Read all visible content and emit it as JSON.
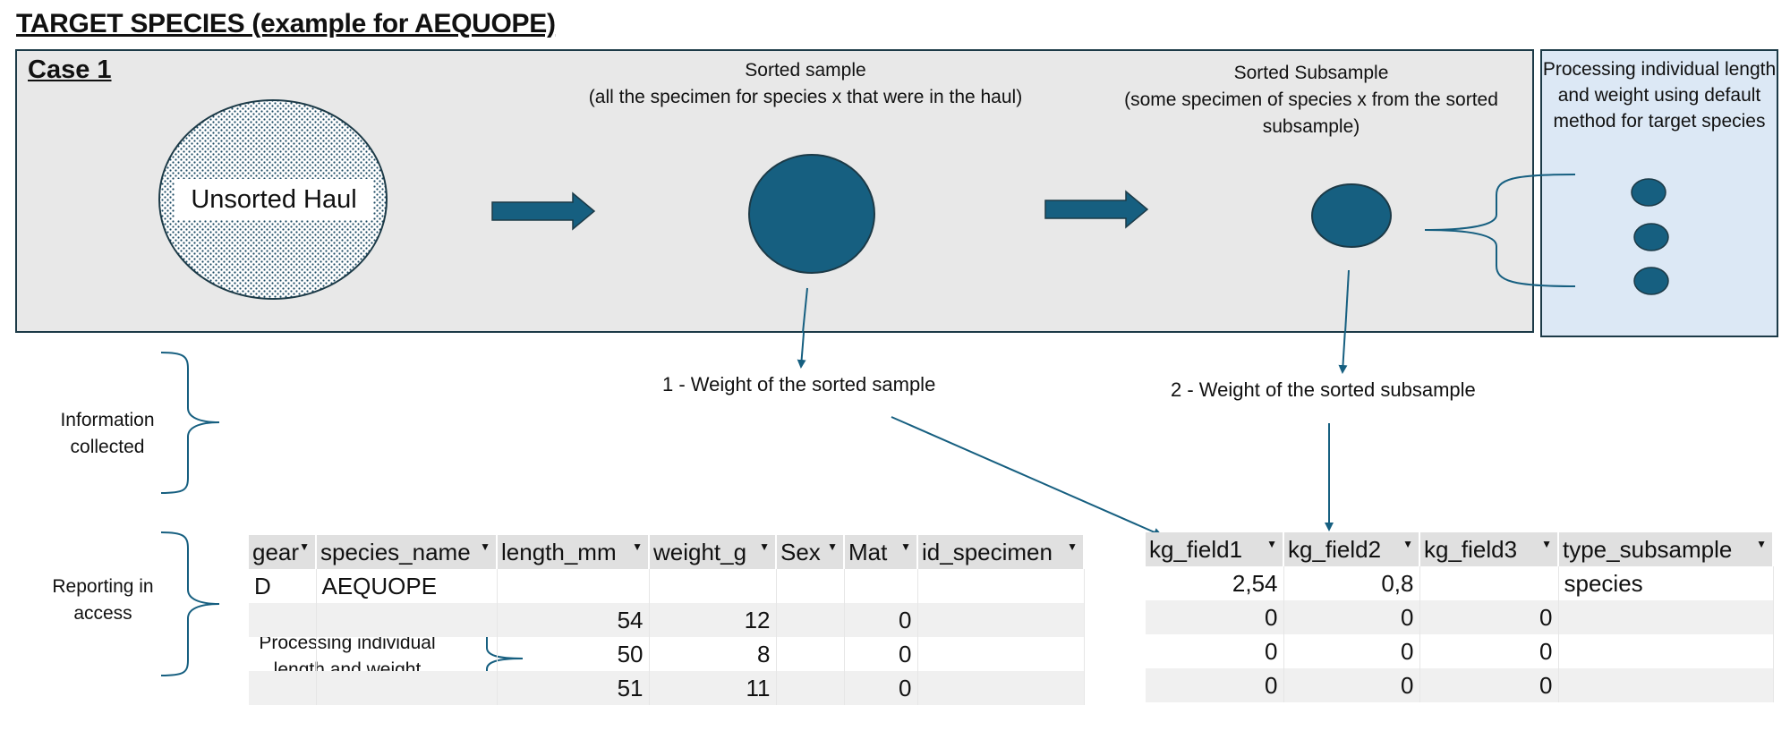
{
  "title": "TARGET SPECIES (example for AEQUOPE)",
  "case_label": "Case 1",
  "unsorted_haul": "Unsorted Haul",
  "sorted_sample_title": "Sorted sample\n(all the specimen for species x that were in the haul)",
  "sorted_subsample_title": "Sorted Subsample\n(some specimen of species x from the sorted subsample)",
  "processing_panel": "Processing individual length and weight using default method for target species",
  "weight_labels": {
    "sorted_sample": "1 - Weight of the sorted sample",
    "sorted_subsample": "2 - Weight of the sorted subsample"
  },
  "side_labels": {
    "information_collected": "Information collected",
    "reporting": "Reporting in access",
    "processing_individual": "Processing individual length and weight"
  },
  "colors": {
    "accent": "#165f80",
    "panel": "#e8e8e8",
    "proc_panel": "#dce8f5",
    "border": "#1c3a47"
  },
  "left_table": {
    "headers": [
      "gear",
      "species_name",
      "length_mm",
      "weight_g",
      "Sex",
      "Mat",
      "id_specimen"
    ],
    "rows": [
      [
        "D",
        "AEQUOPE",
        "",
        "",
        "",
        "",
        ""
      ],
      [
        "",
        "",
        "54",
        "12",
        "",
        "0",
        ""
      ],
      [
        "",
        "",
        "50",
        "8",
        "",
        "0",
        ""
      ],
      [
        "",
        "",
        "51",
        "11",
        "",
        "0",
        ""
      ]
    ]
  },
  "right_table": {
    "headers": [
      "kg_field1",
      "kg_field2",
      "kg_field3",
      "type_subsample"
    ],
    "rows": [
      [
        "2,54",
        "0,8",
        "",
        "species"
      ],
      [
        "0",
        "0",
        "0",
        ""
      ],
      [
        "0",
        "0",
        "0",
        ""
      ],
      [
        "0",
        "0",
        "0",
        ""
      ]
    ]
  }
}
